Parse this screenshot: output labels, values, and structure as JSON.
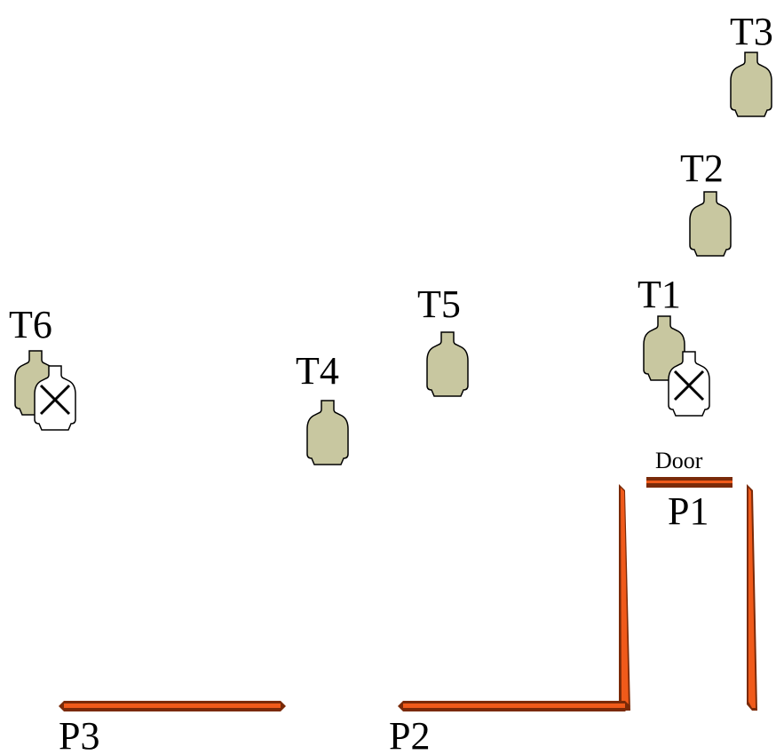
{
  "diagram": {
    "targets": [
      {
        "id": "t1",
        "label": "T1"
      },
      {
        "id": "t2",
        "label": "T2"
      },
      {
        "id": "t3",
        "label": "T3"
      },
      {
        "id": "t4",
        "label": "T4"
      },
      {
        "id": "t5",
        "label": "T5"
      },
      {
        "id": "t6",
        "label": "T6"
      }
    ],
    "positions": [
      {
        "id": "p1",
        "label": "P1"
      },
      {
        "id": "p2",
        "label": "P2"
      },
      {
        "id": "p3",
        "label": "P3"
      }
    ],
    "door_label": "Door",
    "colors": {
      "target_fill": "#c8c7a0",
      "wall_face": "#f05a1a",
      "wall_edge": "#7a2a08",
      "no_shoot_fill": "#ffffff"
    }
  }
}
